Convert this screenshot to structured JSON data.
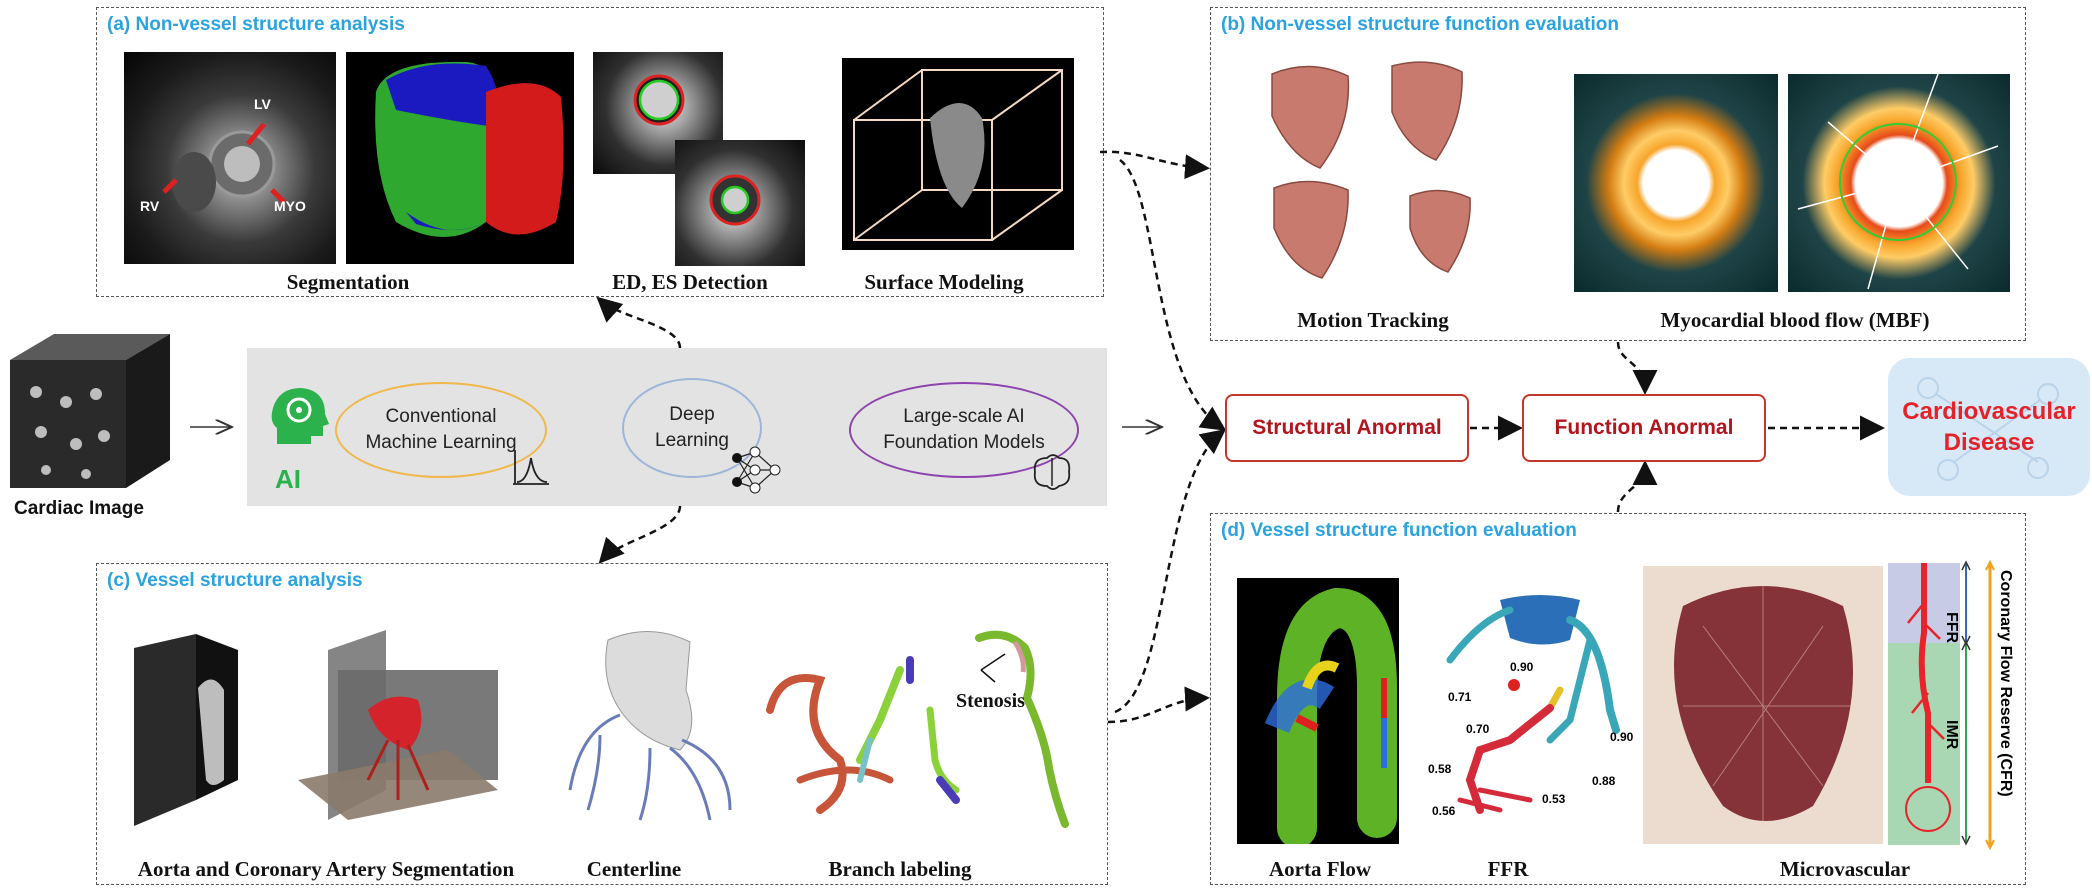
{
  "panel_a": {
    "title": "(a) Non-vessel structure analysis",
    "captions": [
      "Segmentation",
      "ED, ES Detection",
      "Surface Modeling"
    ],
    "labels": {
      "lv": "LV",
      "rv": "RV",
      "myo": "MYO"
    }
  },
  "panel_b": {
    "title": "(b) Non-vessel structure function evaluation",
    "captions": [
      "Motion Tracking",
      "Myocardial blood flow (MBF)"
    ]
  },
  "panel_c": {
    "title": "(c) Vessel structure analysis",
    "captions": [
      "Aorta and Coronary Artery Segmentation",
      "Centerline",
      "Branch labeling"
    ],
    "stenosis_label": "Stenosis"
  },
  "panel_d": {
    "title": "(d) Vessel structure function evaluation",
    "captions": [
      "Aorta Flow",
      "FFR",
      "Microvascular"
    ],
    "ffr_values": [
      "0.90",
      "0.71",
      "0.70",
      "0.90",
      "0.88",
      "0.58",
      "0.53",
      "0.56"
    ],
    "side_labels": {
      "ffr": "FFR",
      "imr": "IMR",
      "cfr": "Coronary Flow Reserve (CFR)"
    }
  },
  "input": {
    "label": "Cardiac Image"
  },
  "pipeline": {
    "ai_label": "AI",
    "stages": [
      "Conventional Machine Learning",
      "Deep Learning",
      "Large-scale AI Foundation Models"
    ],
    "stage_lines": [
      [
        "Conventional",
        "Machine Learning"
      ],
      [
        "Deep",
        "Learning"
      ],
      [
        "Large-scale AI",
        "Foundation Models"
      ]
    ]
  },
  "outcomes": {
    "structural": "Structural Anormal",
    "function": "Function Anormal",
    "disease_lines": [
      "Cardiovascular",
      "Disease"
    ]
  },
  "colors": {
    "title_blue": "#2aa3e0",
    "ai_green": "#2bb24c",
    "outcome_red": "#b3151c",
    "disease_red": "#e3222a",
    "disease_bg": "#d7e8f6",
    "oval_orange": "#f0b84a",
    "oval_blue": "#9fb5d8",
    "oval_purple": "#8e44ad"
  }
}
